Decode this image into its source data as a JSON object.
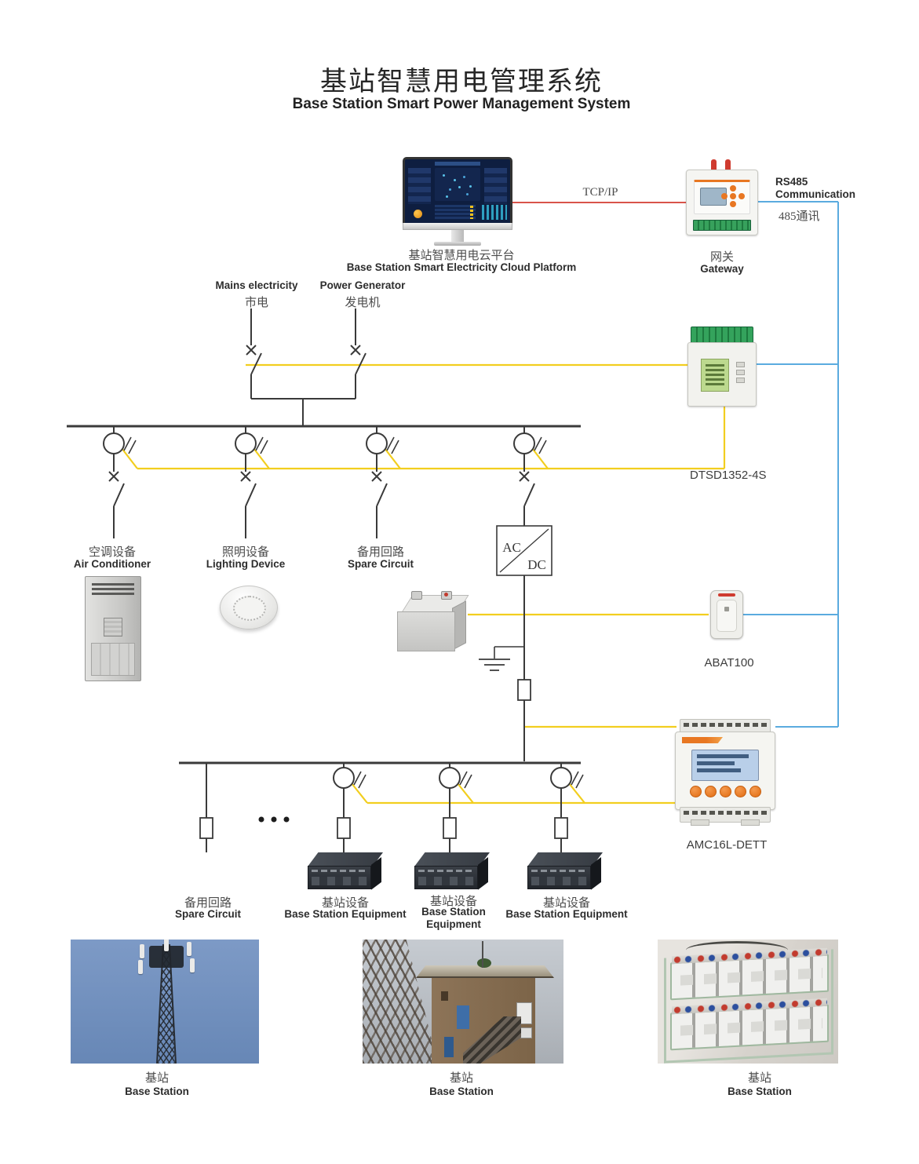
{
  "title": {
    "zh": "基站智慧用电管理系统",
    "en": "Base Station Smart Power Management System"
  },
  "platform": {
    "zh": "基站智慧用电云平台",
    "en": "Base Station Smart Electricity Cloud Platform"
  },
  "links": {
    "tcpip": "TCP/IP",
    "rs485_en1": "RS485",
    "rs485_en2": "Communication",
    "rs485_zh": "485通讯"
  },
  "gateway": {
    "zh": "网关",
    "en": "Gateway"
  },
  "sources": {
    "mains_en": "Mains electricity",
    "mains_zh": "市电",
    "gen_en": "Power Generator",
    "gen_zh": "发电机"
  },
  "meters": {
    "dtsd": "DTSD1352-4S",
    "abat": "ABAT100",
    "amc": "AMC16L-DETT"
  },
  "acdc": {
    "top": "AC",
    "bottom": "DC"
  },
  "loads": {
    "ac_zh": "空调设备",
    "ac_en": "Air Conditioner",
    "light_zh": "照明设备",
    "light_en": "Lighting Device",
    "spare_zh": "备用回路",
    "spare_en": "Spare Circuit"
  },
  "feeders": {
    "spare_zh": "备用回路",
    "spare_en": "Spare Circuit",
    "bs1_zh": "基站设备",
    "bs1_en": "Base Station Equipment",
    "bs2_zh": "基站设备",
    "bs2_en1": "Base Station",
    "bs2_en2": "Equipment",
    "bs3_zh": "基站设备",
    "bs3_en": "Base Station Equipment"
  },
  "photos": {
    "p1_zh": "基站",
    "p1_en": "Base Station",
    "p2_zh": "基站",
    "p2_en": "Base Station",
    "p3_zh": "基站",
    "p3_en": "Base Station"
  },
  "colors": {
    "ac_power_wire": "#f2ce1f",
    "rs485_wire": "#5aabdf",
    "tcpip_wire": "#d9544a",
    "schematic_line": "#3a3a3a"
  }
}
